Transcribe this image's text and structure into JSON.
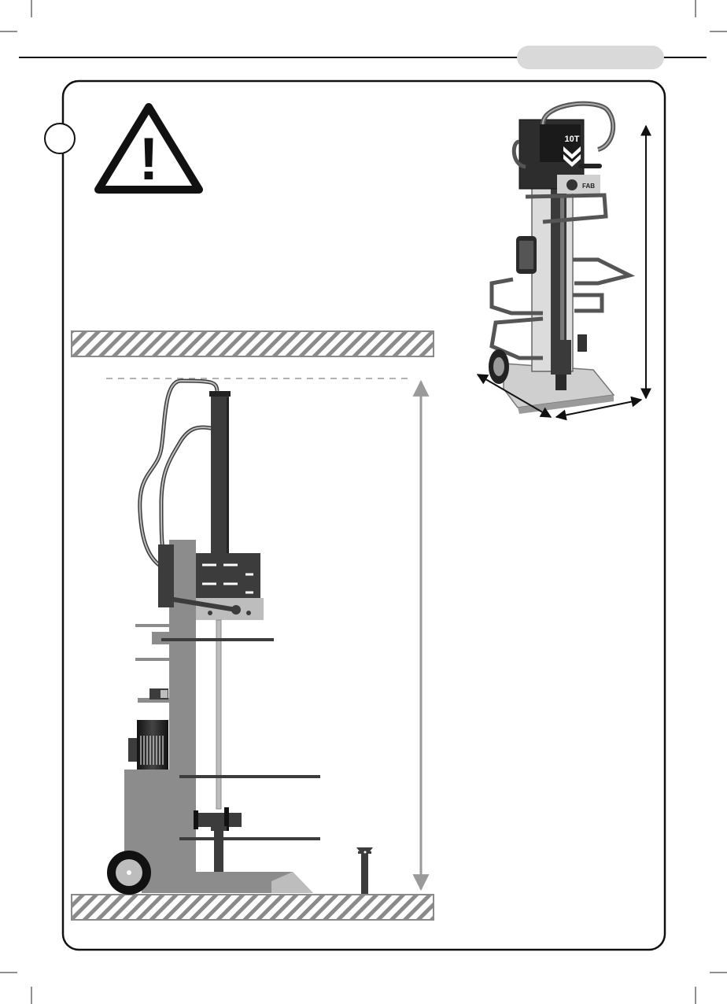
{
  "page": {
    "header_tab": {
      "label": ""
    },
    "step_marker": {
      "label": ""
    }
  },
  "warning": {
    "icon": "warning-triangle-icon",
    "glyph": "!",
    "text_lines": []
  },
  "photo": {
    "subject": "log-splitter-photo",
    "badge_text": "10T",
    "brand_text": "FAB",
    "dimension_labels": {
      "height": "",
      "depth": "",
      "width": ""
    }
  },
  "diagram": {
    "subject": "log-splitter-side-view",
    "height_label": "",
    "callouts": []
  },
  "colors": {
    "frame": "#111111",
    "tab": "#d9d9d9",
    "hatch": "#8a8a8a",
    "machine_dark": "#3c3c3c",
    "machine_mid": "#8c8c8c",
    "machine_light": "#bdbdbd",
    "arrow_gray": "#9a9a9a"
  }
}
